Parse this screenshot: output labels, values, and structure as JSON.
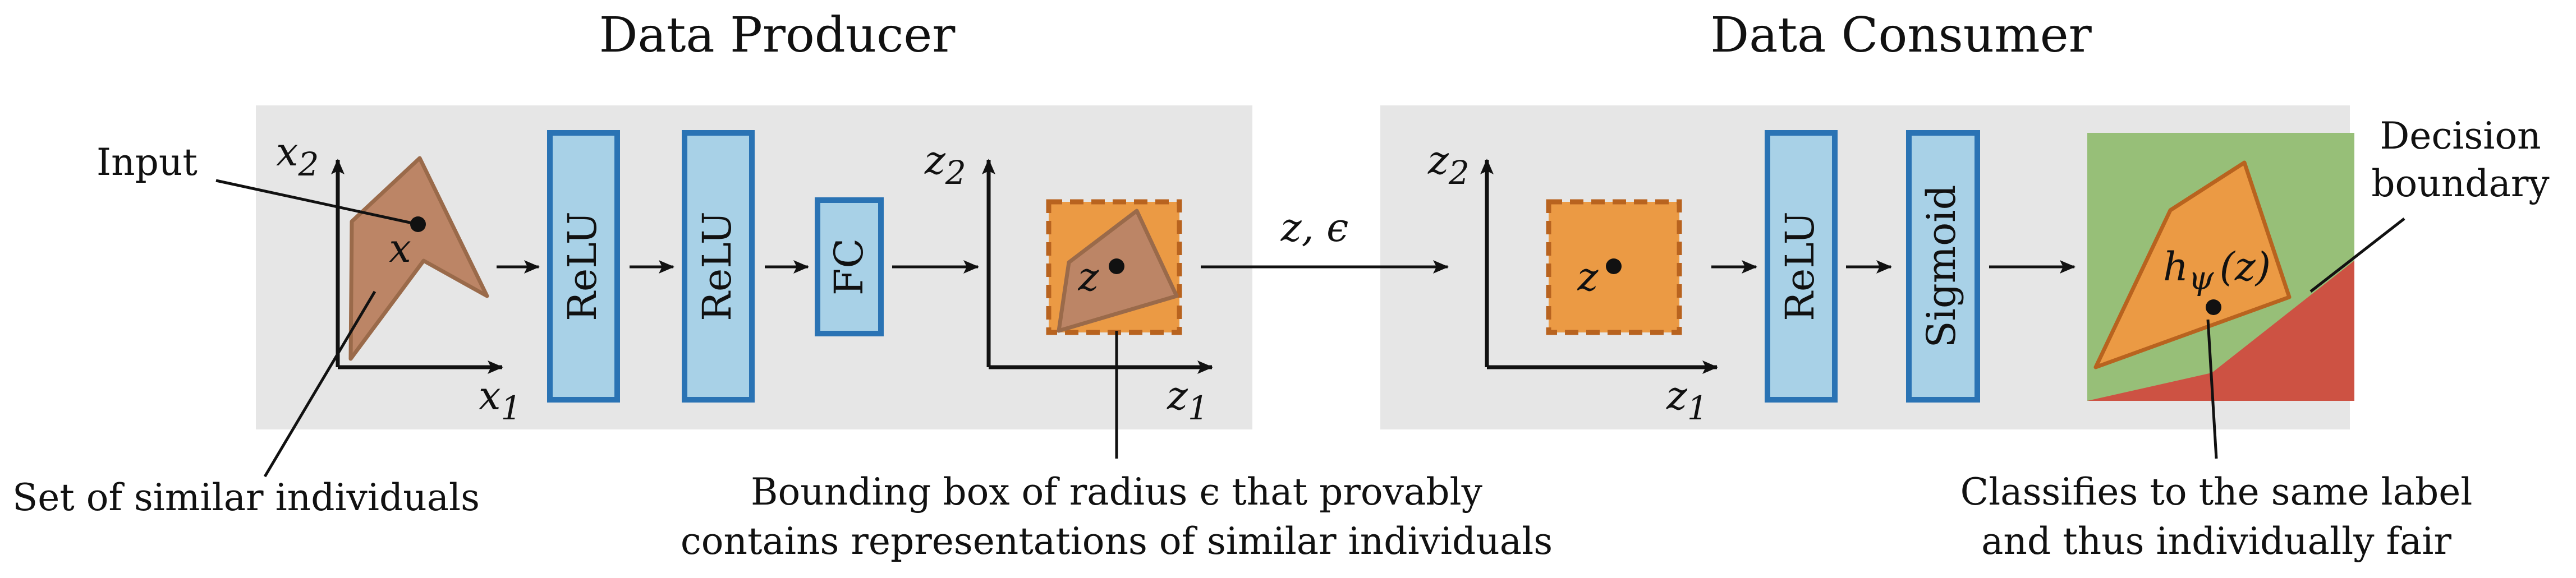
{
  "titles": {
    "producer": "Data Producer",
    "consumer": "Data Consumer"
  },
  "blocks": {
    "relu": "ReLU",
    "fc": "FC",
    "sigmoid": "Sigmoid"
  },
  "axes": {
    "x1": "x",
    "x1_sub": "1",
    "x2": "x",
    "x2_sub": "2",
    "z1": "z",
    "z1_sub": "1",
    "z2": "z",
    "z2_sub": "2"
  },
  "points": {
    "x": "x",
    "z": "z",
    "h": "h",
    "h_sub": "ψ",
    "h_arg": "(z)"
  },
  "transfer": "z, ϵ",
  "annotations": {
    "input": "Input",
    "similar_individuals": "Set of similar individuals",
    "bounding_box_line1": "Bounding box of radius ϵ that provably",
    "bounding_box_line2": "contains representations of similar individuals",
    "decision_line1": "Decision",
    "decision_line2": "boundary",
    "classifies_line1": "Classifies to the same label",
    "classifies_line2": "and thus individually fair"
  },
  "colors": {
    "panel": "#e6e6e6",
    "block_fill": "#a8d1e7",
    "block_stroke": "#2a73b4",
    "region_fill": "#bc8566",
    "region_stroke": "#9a6a4a",
    "box_fill": "#eb9a44",
    "box_stroke": "#b8631f",
    "green": "#97bf78",
    "red": "#cd5243"
  }
}
